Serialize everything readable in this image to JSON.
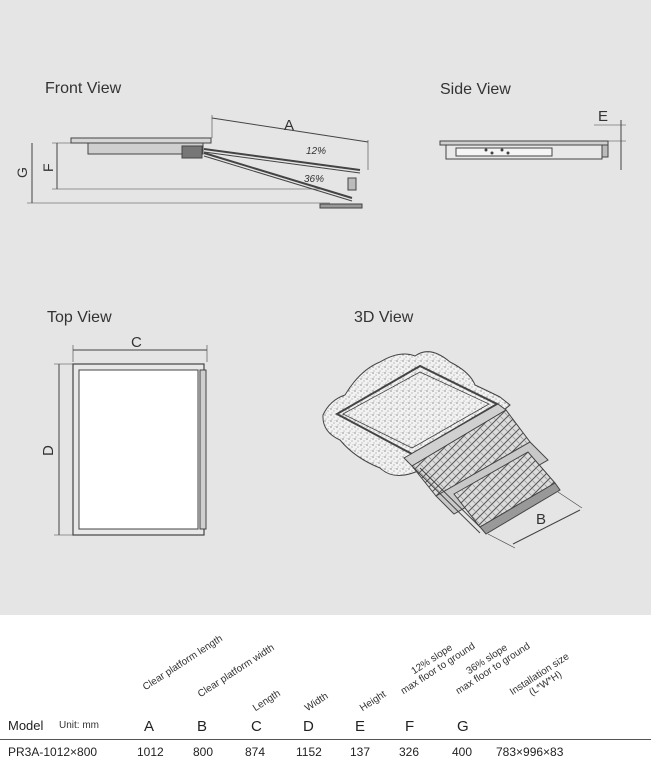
{
  "views": {
    "front_title": "Front View",
    "side_title": "Side View",
    "top_title": "Top View",
    "threed_title": "3D View"
  },
  "dims": {
    "A": "A",
    "B": "B",
    "C": "C",
    "D": "D",
    "E": "E",
    "F": "F",
    "G": "G",
    "slope_12": "12%",
    "slope_36": "36%"
  },
  "table": {
    "model_header": "Model",
    "unit_header": "Unit: mm",
    "columns": [
      {
        "desc": "Clear platform length",
        "letter": "A"
      },
      {
        "desc": "Clear platform width",
        "letter": "B"
      },
      {
        "desc": "Length",
        "letter": "C"
      },
      {
        "desc": "Width",
        "letter": "D"
      },
      {
        "desc": "Height",
        "letter": "E"
      },
      {
        "desc1": "12% slope",
        "desc2": "max floor to ground",
        "letter": "F"
      },
      {
        "desc1": "36% slope",
        "desc2": "max floor to ground",
        "letter": "G"
      },
      {
        "desc1": "Installation size",
        "desc2": "(L*W*H)",
        "letter": ""
      }
    ],
    "row": {
      "model": "PR3A-1012×800",
      "values": [
        "1012",
        "800",
        "874",
        "1152",
        "137",
        "326",
        "400",
        "783×996×83"
      ]
    }
  }
}
